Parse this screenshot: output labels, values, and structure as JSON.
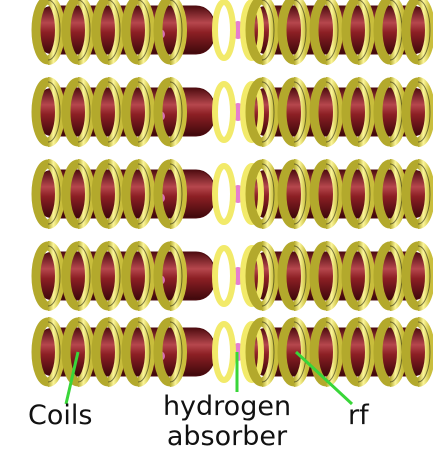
{
  "labels": {
    "coils": "Coils",
    "absorber_line1": "hydrogen",
    "absorber_line2": "absorber",
    "rf": "rf"
  },
  "colors": {
    "coil": "#f2ea6a",
    "coil_shade": "#b3a92c",
    "coil_edge": "#2a2a12",
    "rf_cavity": "#8c1f24",
    "rf_cavity_light": "#b6474d",
    "rf_cavity_dark": "#4e0c10",
    "absorber": "#e57fd0",
    "pointer": "#39d639"
  },
  "icons": {
    "coil": "yellow-ring",
    "rf": "red-cylinder",
    "absorber": "pink-disc"
  }
}
